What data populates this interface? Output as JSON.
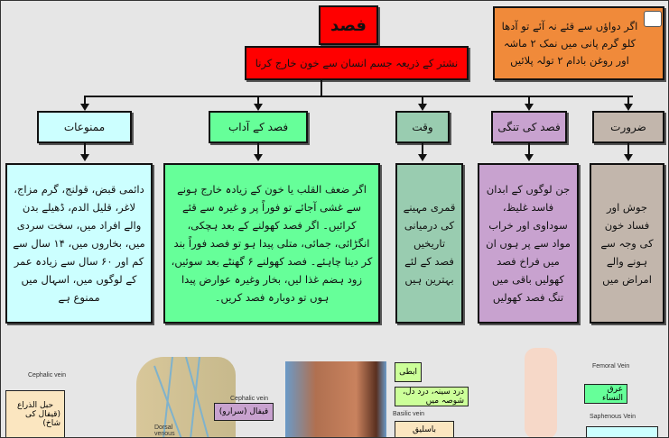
{
  "title": "فصد",
  "definition": "نشتر کے ذریعہ جسم انسان سے خون خارج کرنا",
  "note": "اگر دواؤں سے قئے نہ آئے تو آدھا کلو گرم پانی میں نمک ۲ ماشہ اور روغن بادام ۲ تولہ پلائیں",
  "categories": [
    {
      "heading": "ممنوعات",
      "body": "دائمی قبض، قولنج، گرم مزاج، لاغر، قلیل الدم، ڈھیلے بدن والے افراد میں، سخت سردی میں، بخاروں میں، ۱۴ سال سے کم اور ۶۰ سال سے زیادہ عمر کے لوگوں میں، اسہال میں ممنوع ہے",
      "color": "#ccffff"
    },
    {
      "heading": "فصد کے آداب",
      "body": "اگر ضعف القلب یا خون کے زیادہ خارج ہونے سے غشی آجائے تو فوراً پر و غیرہ سے قئے کرائیں۔ اگر فصد کھولنے کے بعد ہچکی، انگڑائی، جمائی، متلی پیدا ہو تو فصد فوراً بند کر دینا چاہئے۔ فصد کھولنے ۶ گھنٹے بعد سوئیں، زود ہضم غذا لیں، بخار وغیرہ عوارض پیدا ہوں تو دوبارہ فصد کریں۔",
      "color": "#66ff99"
    },
    {
      "heading": "وقت",
      "body": "قمری مہینے کی درمیانی تاریخیں فصد کے لئے بہترین ہیں",
      "color": "#99ccb0"
    },
    {
      "heading": "فصد کی تنگی",
      "body": "جن لوگوں کے ابدان فاسد غلیظ، سوداوی اور خراب مواد سے پر ہوں ان میں فراخ فصد کھولیں باقی میں تنگ فصد کھولیں",
      "color": "#c8a2cf"
    },
    {
      "heading": "ضرورت",
      "body": "جوش اور فساد خون کی وجہ سے ہونے والے امراض میں",
      "color": "#c2b6ac"
    }
  ],
  "figures": {
    "cephalic_vein_1": "Cephalic vein",
    "habl_ul_zira": "حبل الذراع",
    "habl_sub": "(قیفال کی شاخ)",
    "dorsal_venous": "Dorsal venous",
    "cephalic_vein_2": "Cephalic vein",
    "qifal": "قیفال (سرارو)",
    "ibti": "ابطی",
    "ibti_use": "درد سینہ، درد دل، شوصہ میں",
    "basilic_vein": "Basilic vein",
    "basiliq": "باسلیق",
    "femoral_vein": "Femoral Vein",
    "irq_un_nisa": "عرق النساء",
    "saphenous_vein": "Saphenous Vein"
  }
}
